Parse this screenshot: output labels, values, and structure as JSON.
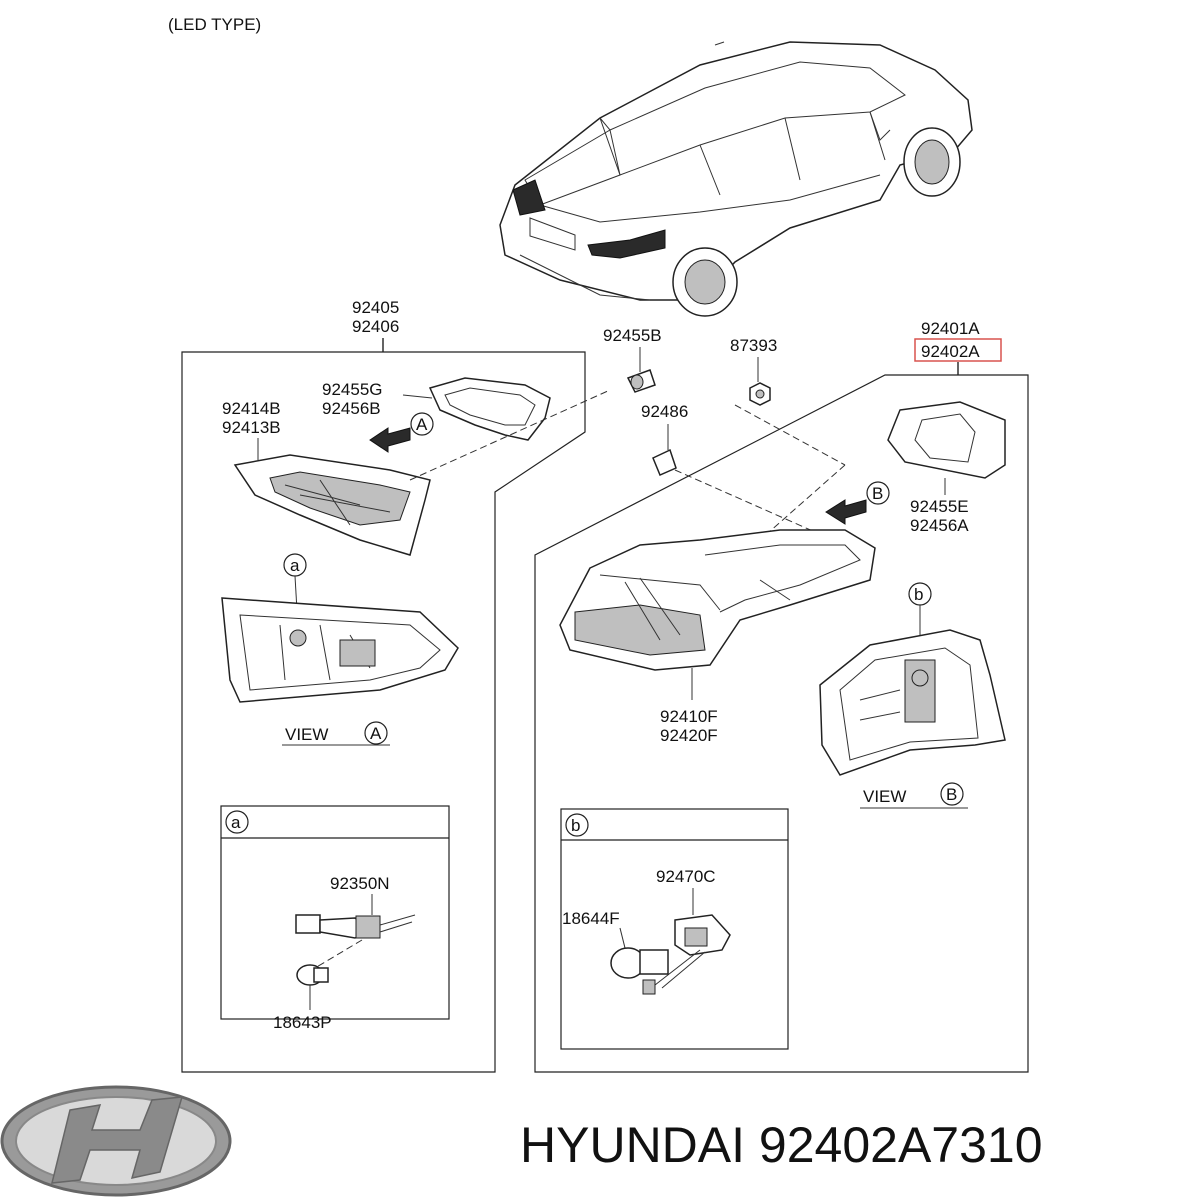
{
  "header": {
    "led_type": "(LED TYPE)"
  },
  "parts": {
    "p92405": "92405",
    "p92406": "92406",
    "p92455G": "92455G",
    "p92456B": "92456B",
    "p92414B": "92414B",
    "p92413B": "92413B",
    "p92455B": "92455B",
    "p87393": "87393",
    "p92486": "92486",
    "p92401A": "92401A",
    "p92402A": "92402A",
    "p92455E": "92455E",
    "p92456A": "92456A",
    "p92410F": "92410F",
    "p92420F": "92420F",
    "p92350N": "92350N",
    "p18643P": "18643P",
    "p92470C": "92470C",
    "p18644F": "18644F"
  },
  "markers": {
    "a": "a",
    "b": "b",
    "A": "A",
    "B": "B"
  },
  "views": {
    "view_a": "VIEW",
    "view_b": "VIEW"
  },
  "footer": {
    "brand_text": "HYUNDAI 92402A7310",
    "logo": "hyundai-logo"
  },
  "colors": {
    "highlight": "#d9534f",
    "line": "#222222"
  }
}
